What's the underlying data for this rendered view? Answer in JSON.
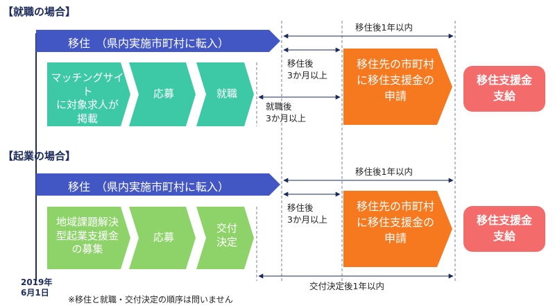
{
  "colors": {
    "navy_arrow": "#4256c4",
    "teal_step": "#3dc9a6",
    "lime_step": "#8ed36a",
    "orange_step": "#f7791f",
    "pink_box": "#f46b6b",
    "timeline": "#1a2a5a",
    "guide_line": "#6f7f9f"
  },
  "employment": {
    "title": "【就職の場合】",
    "move_label": "移住　（県内実施市町村に転入）",
    "steps": [
      "マッチングサイト\nに対象求人が\n掲載",
      "応募",
      "就職"
    ],
    "within_year": "移住後1年以内",
    "after_move": "移住後\n3か月以上",
    "after_job": "就職後\n3か月以上",
    "apply": "移住先の市町村\nに移住支援金の\n申請",
    "payment": "移住支援金\n支給"
  },
  "business": {
    "title": "【起業の場合】",
    "move_label": "移住　（県内実施市町村に転入）",
    "steps": [
      "地域課題解決\n型起業支援金\nの募集",
      "応募",
      "交付\n決定"
    ],
    "within_year": "移住後1年以内",
    "after_move": "移住後\n3か月以上",
    "after_grant": "交付決定後1年以内",
    "apply": "移住先の市町村\nに移住支援金の\n申請",
    "payment": "移住支援金\n支給"
  },
  "start_date": "2019年\n6月1日",
  "note": "※移住と就職・交付決定の順序は問いません"
}
